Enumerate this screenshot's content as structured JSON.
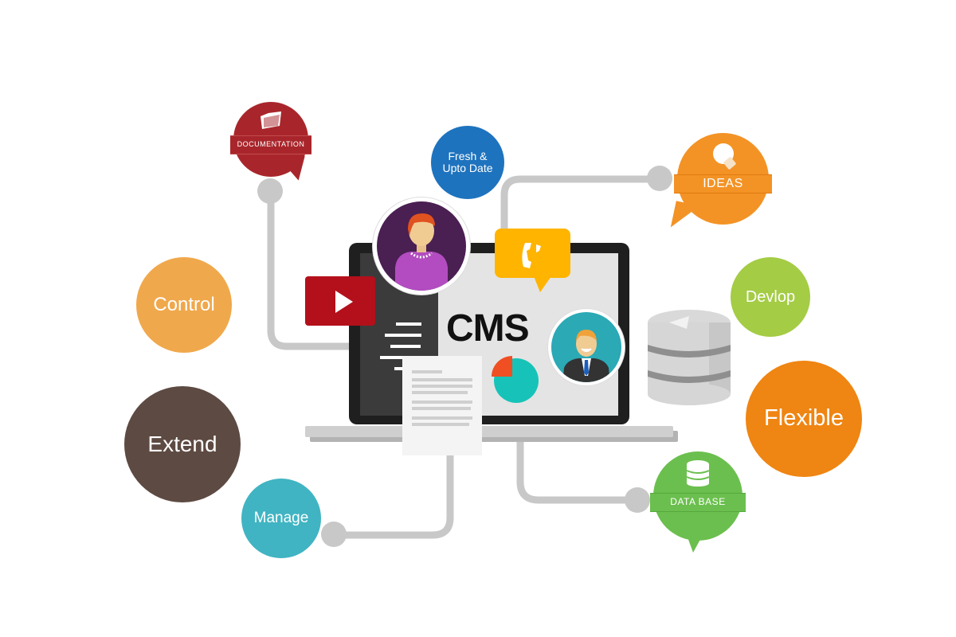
{
  "center": {
    "title": "CMS",
    "laptop_color": "#1f1f1f",
    "screen_color": "#e4e4e4"
  },
  "nodes": {
    "documentation": {
      "label": "DOCUMENTATION",
      "icon": "folder-icon",
      "color": "#a8262b"
    },
    "fresh": {
      "label_line1": "Fresh &",
      "label_line2": "Upto Date",
      "color": "#1e73be"
    },
    "ideas": {
      "label": "IDEAS",
      "icon": "lightbulb-icon",
      "color": "#f39325"
    },
    "control": {
      "label": "Control",
      "color": "#f0a84c"
    },
    "extend": {
      "label": "Extend",
      "color": "#5d4a42"
    },
    "manage": {
      "label": "Manage",
      "color": "#40b4c2"
    },
    "devlop": {
      "label": "Devlop",
      "color": "#a4cc45"
    },
    "flexible": {
      "label": "Flexible",
      "color": "#ef8512"
    },
    "database": {
      "label": "DATA BASE",
      "icon": "database-icon",
      "color": "#6bbf4e"
    }
  },
  "icons": {
    "video": {
      "name": "video-play-icon",
      "color": "#b3101b"
    },
    "phone_chat": {
      "name": "phone-chat-icon",
      "color": "#ffb400"
    },
    "woman_avatar": {
      "name": "woman-avatar-icon",
      "color": "#4a1f52"
    },
    "man_avatar": {
      "name": "man-avatar-icon",
      "color": "#2ba9b5"
    },
    "pie_chart": {
      "name": "pie-chart-icon",
      "colors": [
        "#f04e23",
        "#17c3b8"
      ]
    },
    "server": {
      "name": "database-server-icon",
      "color": "#d6d6d6"
    }
  },
  "connector_color": "#c8c8c8"
}
